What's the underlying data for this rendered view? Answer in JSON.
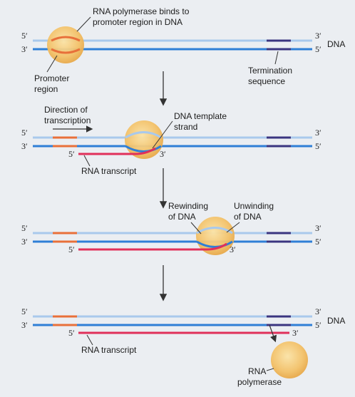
{
  "labels": {
    "rna_pol_binds_1": "RNA polymerase binds to",
    "rna_pol_binds_2": "promoter region in DNA",
    "promoter_1": "Promoter",
    "promoter_2": "region",
    "termination_1": "Termination",
    "termination_2": "sequence",
    "direction_1": "Direction of",
    "direction_2": "transcription",
    "template_1": "DNA template",
    "template_2": "strand",
    "rna_transcript": "RNA transcript",
    "rewinding_1": "Rewinding",
    "rewinding_2": "of DNA",
    "unwinding_1": "Unwinding",
    "unwinding_2": "of DNA",
    "rna_transcript_2": "RNA transcript",
    "polymerase_1": "RNA",
    "polymerase_2": "polymerase",
    "dna_1": "DNA",
    "dna_4": "DNA"
  },
  "ends": {
    "five": "5′",
    "three": "3′"
  },
  "colors": {
    "top_strand": "#a9c9ec",
    "bottom_strand": "#2f7fd6",
    "promoter": "#e8703a",
    "termination": "#3a3580",
    "rna": "#e0305a",
    "polymerase": "#f2c36e",
    "arrow": "#333333"
  }
}
